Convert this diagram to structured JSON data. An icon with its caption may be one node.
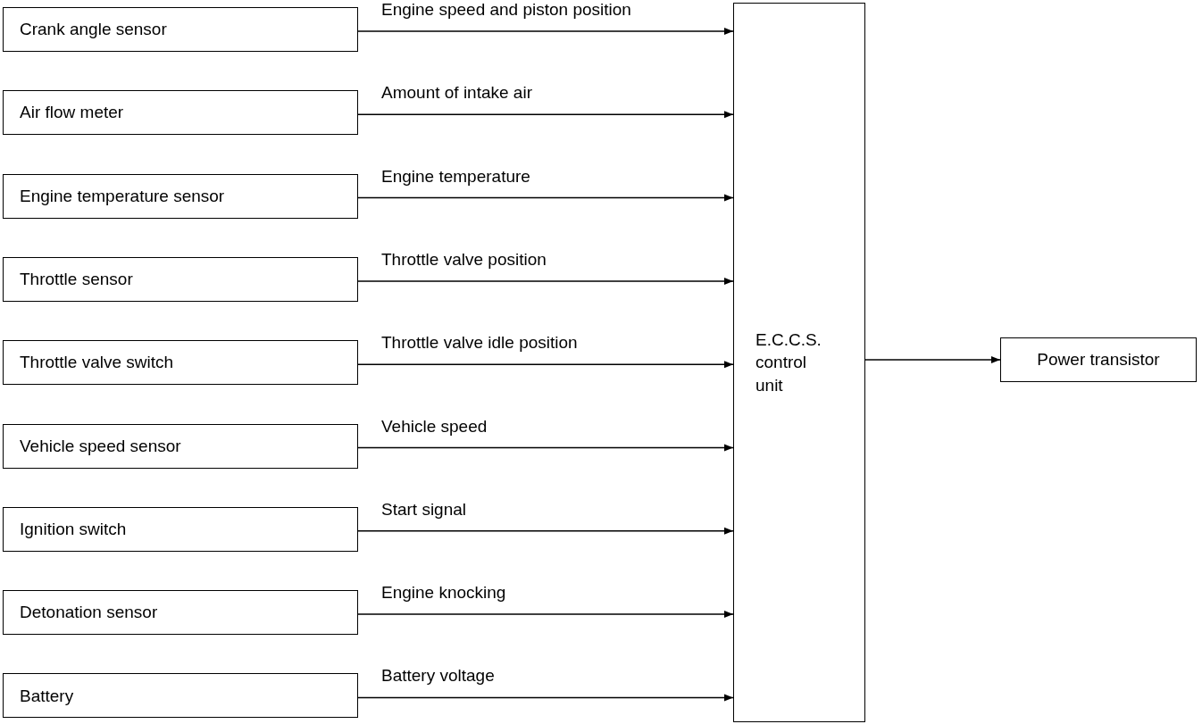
{
  "diagram": {
    "nodes": [
      {
        "text": [
          "Crank angle sensor"
        ]
      },
      {
        "text": [
          "Air flow meter"
        ]
      },
      {
        "text": [
          "Engine temperature sensor"
        ]
      },
      {
        "text": [
          "Throttle sensor"
        ]
      },
      {
        "text": [
          "Throttle valve switch"
        ]
      },
      {
        "text": [
          "Vehicle speed sensor"
        ]
      },
      {
        "text": [
          "Ignition switch"
        ]
      },
      {
        "text": [
          "Detonation sensor"
        ]
      },
      {
        "text": [
          "Battery"
        ]
      },
      {
        "text": [
          "E.C.C.S. control unit"
        ]
      },
      {
        "text": [
          "Power transistor"
        ]
      }
    ],
    "edges": [
      {
        "from": 0,
        "to": 9,
        "arrow": "to",
        "label": "Engine speed and piston position"
      },
      {
        "from": 1,
        "to": 9,
        "arrow": "to",
        "label": "Amount of intake air"
      },
      {
        "from": 2,
        "to": 9,
        "arrow": "to",
        "label": "Engine temperature"
      },
      {
        "from": 3,
        "to": 9,
        "arrow": "to",
        "label": "Throttle valve position"
      },
      {
        "from": 4,
        "to": 9,
        "arrow": "to",
        "label": "Throttle valve idle position"
      },
      {
        "from": 5,
        "to": 9,
        "arrow": "to",
        "label": "Vehicle speed"
      },
      {
        "from": 6,
        "to": 9,
        "arrow": "to",
        "label": "Start signal"
      },
      {
        "from": 7,
        "to": 9,
        "arrow": "to",
        "label": "Engine knocking"
      },
      {
        "from": 8,
        "to": 9,
        "arrow": "to",
        "label": "Battery voltage"
      },
      {
        "from": 9,
        "to": 10,
        "arrow": "to"
      }
    ]
  }
}
